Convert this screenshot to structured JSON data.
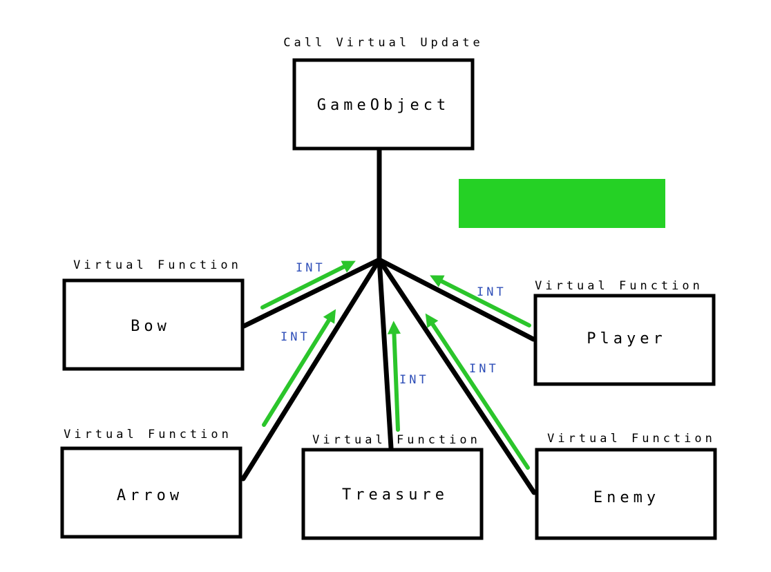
{
  "colors": {
    "background": "#ffffff",
    "line": "#000000",
    "arrow": "#2bc52b",
    "label": "#2f4fb8",
    "legend_block": "#25d125"
  },
  "root": {
    "name": "GameObject",
    "caption": "Call Virtual Update"
  },
  "children": {
    "bow": {
      "name": "Bow",
      "caption": "Virtual Function"
    },
    "player": {
      "name": "Player",
      "caption": "Virtual Function"
    },
    "arrow": {
      "name": "Arrow",
      "caption": "Virtual Function"
    },
    "treasure": {
      "name": "Treasure",
      "caption": "Virtual Function"
    },
    "enemy": {
      "name": "Enemy",
      "caption": "Virtual Function"
    }
  },
  "edge_labels": {
    "bow": "INT",
    "arrow": "INT",
    "treasure": "INT",
    "enemy": "INT",
    "player": "INT"
  }
}
